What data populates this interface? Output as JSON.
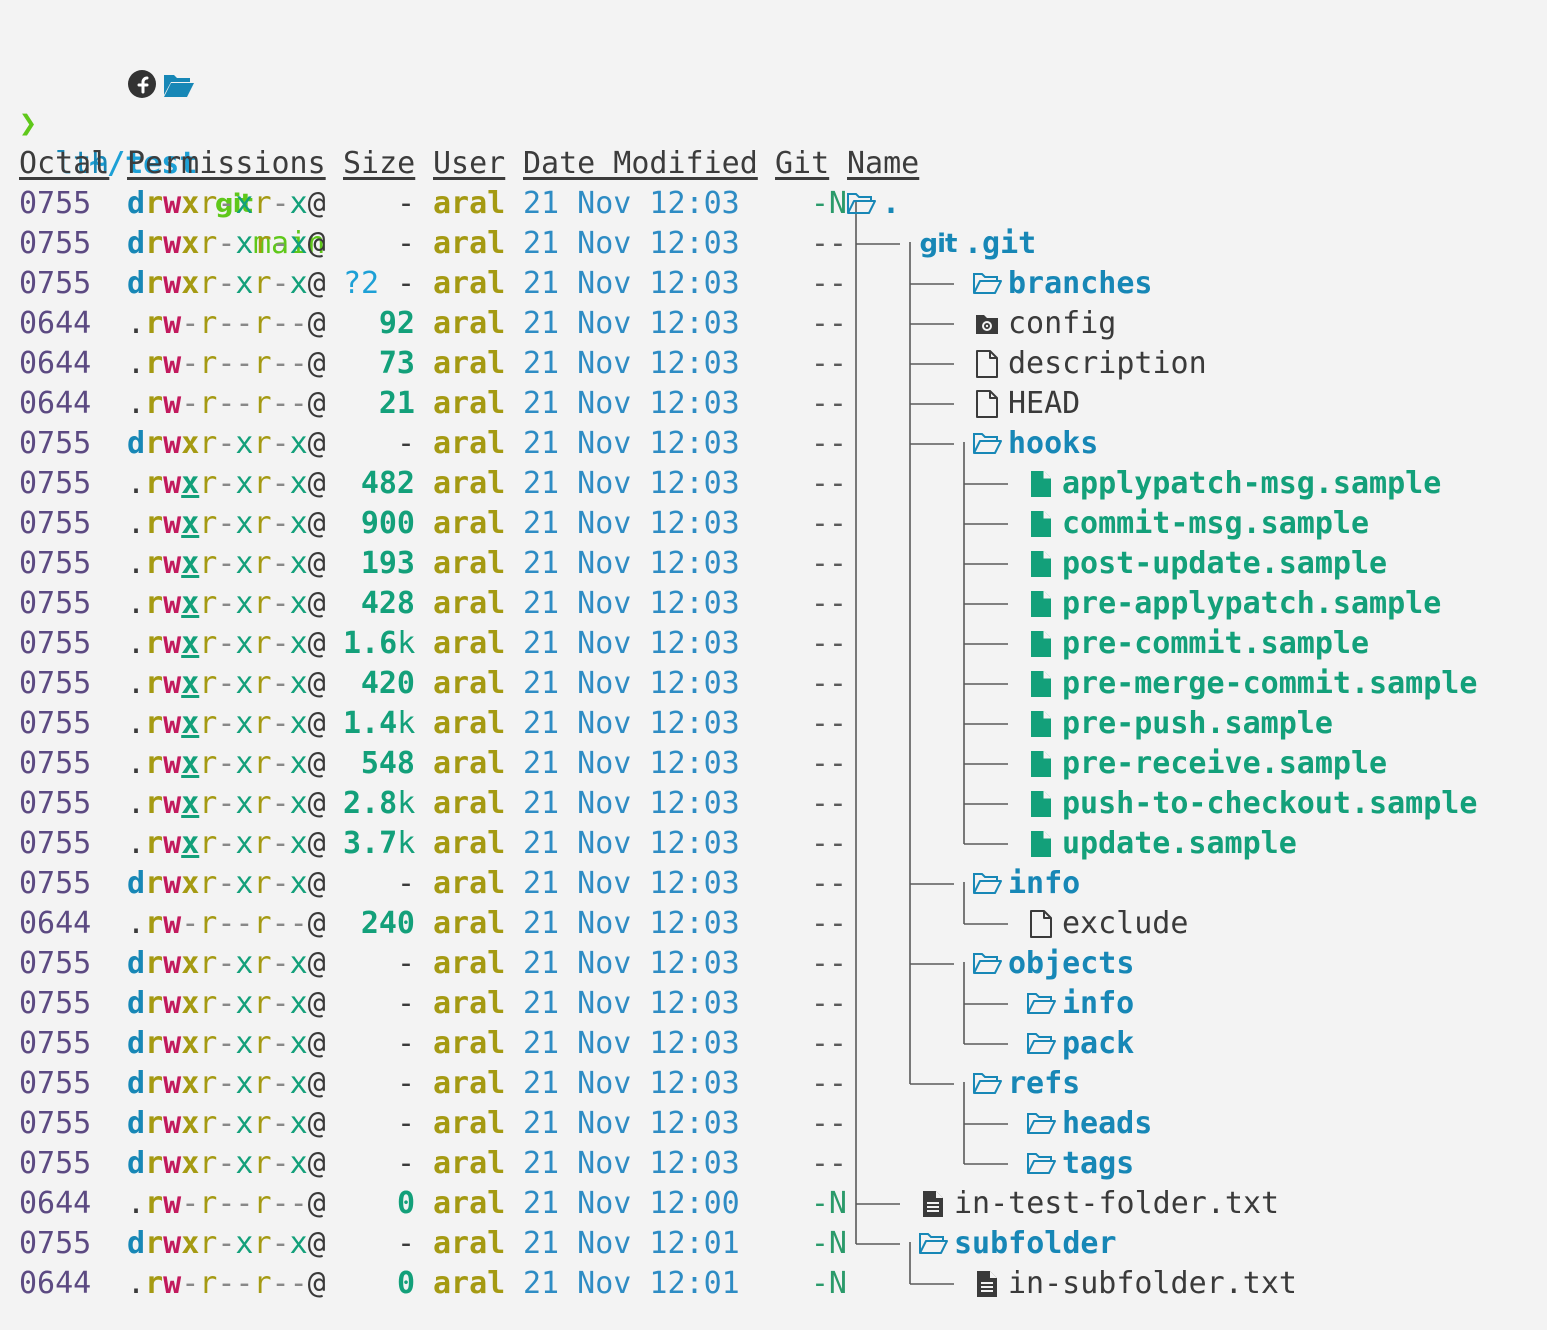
{
  "prompt": {
    "path": "~/test",
    "git_label": "git",
    "branch": "main",
    "status": "?2",
    "arrow": "❯",
    "command": "lth"
  },
  "headers": {
    "octal": "Octal",
    "permissions": "Permissions",
    "size": "Size",
    "user": "User",
    "date": "Date Modified",
    "git": "Git",
    "name": "Name"
  },
  "rows": [
    {
      "octal": "0755",
      "perm": "drwxr-xr-x@",
      "size": "-",
      "user": "aral",
      "date": "21 Nov 12:03",
      "git": "-N",
      "name": ".",
      "kind": "dir",
      "icon": "folder-open-icon"
    },
    {
      "octal": "0755",
      "perm": "drwxr-xr-x@",
      "size": "-",
      "user": "aral",
      "date": "21 Nov 12:03",
      "git": "--",
      "name": ".git",
      "kind": "dir",
      "icon": "git-icon"
    },
    {
      "octal": "0755",
      "perm": "drwxr-xr-x@",
      "size": "-",
      "user": "aral",
      "date": "21 Nov 12:03",
      "git": "--",
      "name": "branches",
      "kind": "dir",
      "icon": "folder-open-icon"
    },
    {
      "octal": "0644",
      "perm": ".rw-r--r--@",
      "size": "92",
      "user": "aral",
      "date": "21 Nov 12:03",
      "git": "--",
      "name": "config",
      "kind": "file",
      "icon": "config-file-icon"
    },
    {
      "octal": "0644",
      "perm": ".rw-r--r--@",
      "size": "73",
      "user": "aral",
      "date": "21 Nov 12:03",
      "git": "--",
      "name": "description",
      "kind": "file",
      "icon": "file-icon"
    },
    {
      "octal": "0644",
      "perm": ".rw-r--r--@",
      "size": "21",
      "user": "aral",
      "date": "21 Nov 12:03",
      "git": "--",
      "name": "HEAD",
      "kind": "file",
      "icon": "file-icon"
    },
    {
      "octal": "0755",
      "perm": "drwxr-xr-x@",
      "size": "-",
      "user": "aral",
      "date": "21 Nov 12:03",
      "git": "--",
      "name": "hooks",
      "kind": "dir",
      "icon": "folder-open-icon"
    },
    {
      "octal": "0755",
      "perm": ".rwxr-xr-x@",
      "size": "482",
      "user": "aral",
      "date": "21 Nov 12:03",
      "git": "--",
      "name": "applypatch-msg.sample",
      "kind": "exec",
      "icon": "exec-file-icon"
    },
    {
      "octal": "0755",
      "perm": ".rwxr-xr-x@",
      "size": "900",
      "user": "aral",
      "date": "21 Nov 12:03",
      "git": "--",
      "name": "commit-msg.sample",
      "kind": "exec",
      "icon": "exec-file-icon"
    },
    {
      "octal": "0755",
      "perm": ".rwxr-xr-x@",
      "size": "193",
      "user": "aral",
      "date": "21 Nov 12:03",
      "git": "--",
      "name": "post-update.sample",
      "kind": "exec",
      "icon": "exec-file-icon"
    },
    {
      "octal": "0755",
      "perm": ".rwxr-xr-x@",
      "size": "428",
      "user": "aral",
      "date": "21 Nov 12:03",
      "git": "--",
      "name": "pre-applypatch.sample",
      "kind": "exec",
      "icon": "exec-file-icon"
    },
    {
      "octal": "0755",
      "perm": ".rwxr-xr-x@",
      "size": "1.6k",
      "user": "aral",
      "date": "21 Nov 12:03",
      "git": "--",
      "name": "pre-commit.sample",
      "kind": "exec",
      "icon": "exec-file-icon"
    },
    {
      "octal": "0755",
      "perm": ".rwxr-xr-x@",
      "size": "420",
      "user": "aral",
      "date": "21 Nov 12:03",
      "git": "--",
      "name": "pre-merge-commit.sample",
      "kind": "exec",
      "icon": "exec-file-icon"
    },
    {
      "octal": "0755",
      "perm": ".rwxr-xr-x@",
      "size": "1.4k",
      "user": "aral",
      "date": "21 Nov 12:03",
      "git": "--",
      "name": "pre-push.sample",
      "kind": "exec",
      "icon": "exec-file-icon"
    },
    {
      "octal": "0755",
      "perm": ".rwxr-xr-x@",
      "size": "548",
      "user": "aral",
      "date": "21 Nov 12:03",
      "git": "--",
      "name": "pre-receive.sample",
      "kind": "exec",
      "icon": "exec-file-icon"
    },
    {
      "octal": "0755",
      "perm": ".rwxr-xr-x@",
      "size": "2.8k",
      "user": "aral",
      "date": "21 Nov 12:03",
      "git": "--",
      "name": "push-to-checkout.sample",
      "kind": "exec",
      "icon": "exec-file-icon"
    },
    {
      "octal": "0755",
      "perm": ".rwxr-xr-x@",
      "size": "3.7k",
      "user": "aral",
      "date": "21 Nov 12:03",
      "git": "--",
      "name": "update.sample",
      "kind": "exec",
      "icon": "exec-file-icon"
    },
    {
      "octal": "0755",
      "perm": "drwxr-xr-x@",
      "size": "-",
      "user": "aral",
      "date": "21 Nov 12:03",
      "git": "--",
      "name": "info",
      "kind": "dir",
      "icon": "folder-open-icon"
    },
    {
      "octal": "0644",
      "perm": ".rw-r--r--@",
      "size": "240",
      "user": "aral",
      "date": "21 Nov 12:03",
      "git": "--",
      "name": "exclude",
      "kind": "file",
      "icon": "file-icon"
    },
    {
      "octal": "0755",
      "perm": "drwxr-xr-x@",
      "size": "-",
      "user": "aral",
      "date": "21 Nov 12:03",
      "git": "--",
      "name": "objects",
      "kind": "dir",
      "icon": "folder-open-icon"
    },
    {
      "octal": "0755",
      "perm": "drwxr-xr-x@",
      "size": "-",
      "user": "aral",
      "date": "21 Nov 12:03",
      "git": "--",
      "name": "info",
      "kind": "dir",
      "icon": "folder-open-icon"
    },
    {
      "octal": "0755",
      "perm": "drwxr-xr-x@",
      "size": "-",
      "user": "aral",
      "date": "21 Nov 12:03",
      "git": "--",
      "name": "pack",
      "kind": "dir",
      "icon": "folder-open-icon"
    },
    {
      "octal": "0755",
      "perm": "drwxr-xr-x@",
      "size": "-",
      "user": "aral",
      "date": "21 Nov 12:03",
      "git": "--",
      "name": "refs",
      "kind": "dir",
      "icon": "folder-open-icon"
    },
    {
      "octal": "0755",
      "perm": "drwxr-xr-x@",
      "size": "-",
      "user": "aral",
      "date": "21 Nov 12:03",
      "git": "--",
      "name": "heads",
      "kind": "dir",
      "icon": "folder-open-icon"
    },
    {
      "octal": "0755",
      "perm": "drwxr-xr-x@",
      "size": "-",
      "user": "aral",
      "date": "21 Nov 12:03",
      "git": "--",
      "name": "tags",
      "kind": "dir",
      "icon": "folder-open-icon"
    },
    {
      "octal": "0644",
      "perm": ".rw-r--r--@",
      "size": "0",
      "user": "aral",
      "date": "21 Nov 12:00",
      "git": "-N",
      "name": "in-test-folder.txt",
      "kind": "file",
      "icon": "text-file-icon"
    },
    {
      "octal": "0755",
      "perm": "drwxr-xr-x@",
      "size": "-",
      "user": "aral",
      "date": "21 Nov 12:01",
      "git": "-N",
      "name": "subfolder",
      "kind": "dir",
      "icon": "folder-open-icon"
    },
    {
      "octal": "0644",
      "perm": ".rw-r--r--@",
      "size": "0",
      "user": "aral",
      "date": "21 Nov 12:01",
      "git": "-N",
      "name": "in-subfolder.txt",
      "kind": "file",
      "icon": "text-file-icon"
    }
  ],
  "colors": {
    "background": "#f3f3f3",
    "dir": "#1787b6",
    "exec": "#13a07a",
    "user": "#a59a12",
    "date": "#2e8cc4",
    "octal": "#5c4a82",
    "prompt_green": "#5fc81a",
    "prompt_blue": "#1da0d6"
  }
}
